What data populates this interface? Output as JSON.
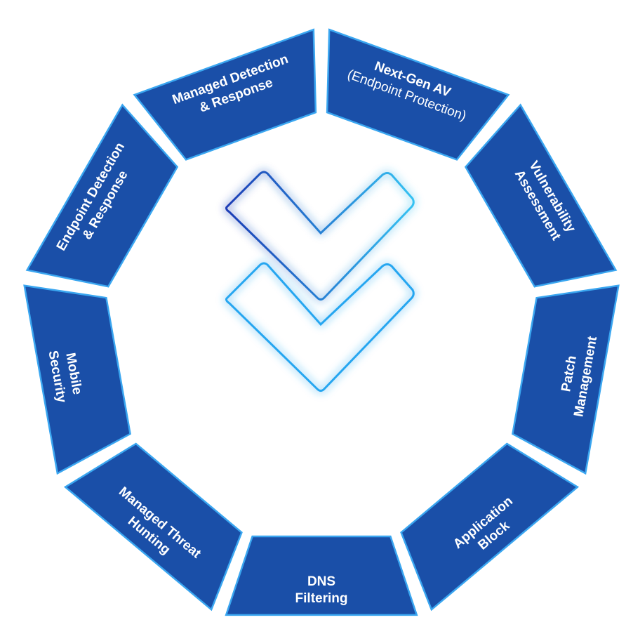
{
  "colors": {
    "segment_fill": "#1a4fa8",
    "segment_border": "#3aa6f0",
    "chevron_dark": "#1b3db5",
    "chevron_light": "#25a6f0",
    "background": "#ffffff"
  },
  "center_icon": "double-chevron-down-icon",
  "segments": [
    {
      "id": "next-gen-av",
      "lines": [
        "Next-Gen AV",
        "(Endpoint Protection)"
      ]
    },
    {
      "id": "vulnerability-assessment",
      "lines": [
        "Vulnerability",
        "Assessment"
      ]
    },
    {
      "id": "patch-management",
      "lines": [
        "Patch",
        "Management"
      ]
    },
    {
      "id": "application-block",
      "lines": [
        "Application",
        "Block"
      ]
    },
    {
      "id": "dns-filtering",
      "lines": [
        "DNS",
        "Filtering"
      ]
    },
    {
      "id": "managed-threat-hunting",
      "lines": [
        "Managed Threat",
        "Hunting"
      ]
    },
    {
      "id": "mobile-security",
      "lines": [
        "Mobile",
        "Security"
      ]
    },
    {
      "id": "endpoint-detection-response",
      "lines": [
        "Endpoint Detection",
        "& Response"
      ]
    },
    {
      "id": "managed-detection-response",
      "lines": [
        "Managed Detection",
        "& Response"
      ]
    }
  ]
}
